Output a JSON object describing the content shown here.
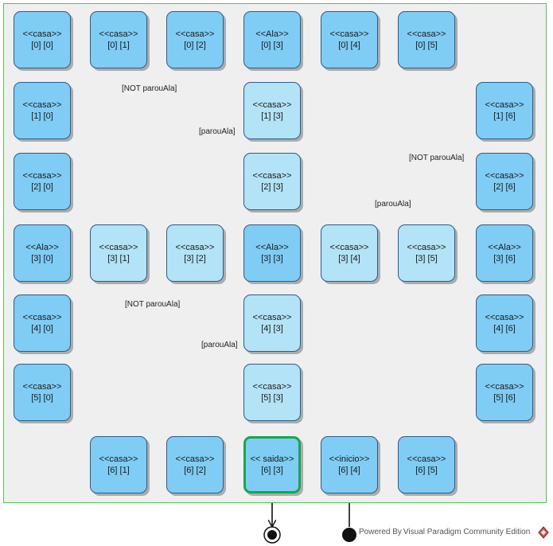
{
  "states": {
    "s00": {
      "stereotype": "<<casa>>",
      "coords": "[0] [0]"
    },
    "s01": {
      "stereotype": "<<casa>>",
      "coords": "[0] [1]"
    },
    "s02": {
      "stereotype": "<<casa>>",
      "coords": "[0] [2]"
    },
    "s03": {
      "stereotype": "<<Ala>>",
      "coords": "[0] [3]"
    },
    "s04": {
      "stereotype": "<<casa>>",
      "coords": "[0] [4]"
    },
    "s05": {
      "stereotype": "<<casa>>",
      "coords": "[0] [5]"
    },
    "s10": {
      "stereotype": "<<casa>>",
      "coords": "[1] [0]"
    },
    "s13": {
      "stereotype": "<<casa>>",
      "coords": "[1] [3]"
    },
    "s16": {
      "stereotype": "<<casa>>",
      "coords": "[1] [6]"
    },
    "s20": {
      "stereotype": "<<casa>>",
      "coords": "[2] [0]"
    },
    "s23": {
      "stereotype": "<<casa>>",
      "coords": "[2] [3]"
    },
    "s26": {
      "stereotype": "<<casa>>",
      "coords": "[2] [6]"
    },
    "s30": {
      "stereotype": "<<Ala>>",
      "coords": "[3] [0]"
    },
    "s31": {
      "stereotype": "<<casa>>",
      "coords": "[3] [1]"
    },
    "s32": {
      "stereotype": "<<casa>>",
      "coords": "[3] [2]"
    },
    "s33": {
      "stereotype": "<<Ala>>",
      "coords": "[3] [3]"
    },
    "s34": {
      "stereotype": "<<casa>>",
      "coords": "[3] [4]"
    },
    "s35": {
      "stereotype": "<<casa>>",
      "coords": "[3] [5]"
    },
    "s36": {
      "stereotype": "<<Ala>>",
      "coords": "[3] [6]"
    },
    "s40": {
      "stereotype": "<<casa>>",
      "coords": "[4] [0]"
    },
    "s43": {
      "stereotype": "<<casa>>",
      "coords": "[4] [3]"
    },
    "s46": {
      "stereotype": "<<casa>>",
      "coords": "[4] [6]"
    },
    "s50": {
      "stereotype": "<<casa>>",
      "coords": "[5] [0]"
    },
    "s53": {
      "stereotype": "<<casa>>",
      "coords": "[5] [3]"
    },
    "s56": {
      "stereotype": "<<casa>>",
      "coords": "[5] [6]"
    },
    "s61": {
      "stereotype": "<<casa>>",
      "coords": "[6] [1]"
    },
    "s62": {
      "stereotype": "<<casa>>",
      "coords": "[6] [2]"
    },
    "s63": {
      "stereotype": "<< saida>>",
      "coords": "[6] [3]"
    },
    "s64": {
      "stereotype": "<<inicio>>",
      "coords": "[6] [4]"
    },
    "s65": {
      "stereotype": "<<casa>>",
      "coords": "[6] [5]"
    }
  },
  "guards": {
    "top_not": "[NOT parouAla]",
    "top_yes": "[parouAla]",
    "right_not": "[NOT parouAla]",
    "right_yes": "[parouAla]",
    "mid_not": "[NOT parouAla]",
    "mid_yes": "[parouAla]"
  },
  "footer": "Powered By Visual Paradigm Community Edition",
  "colors": {
    "frame_border": "#4ccc4c",
    "state_dark": "#7fcdf4",
    "state_light": "#b3e3f7",
    "exit_border": "#1aa551",
    "decision": "#7fcdf4"
  }
}
